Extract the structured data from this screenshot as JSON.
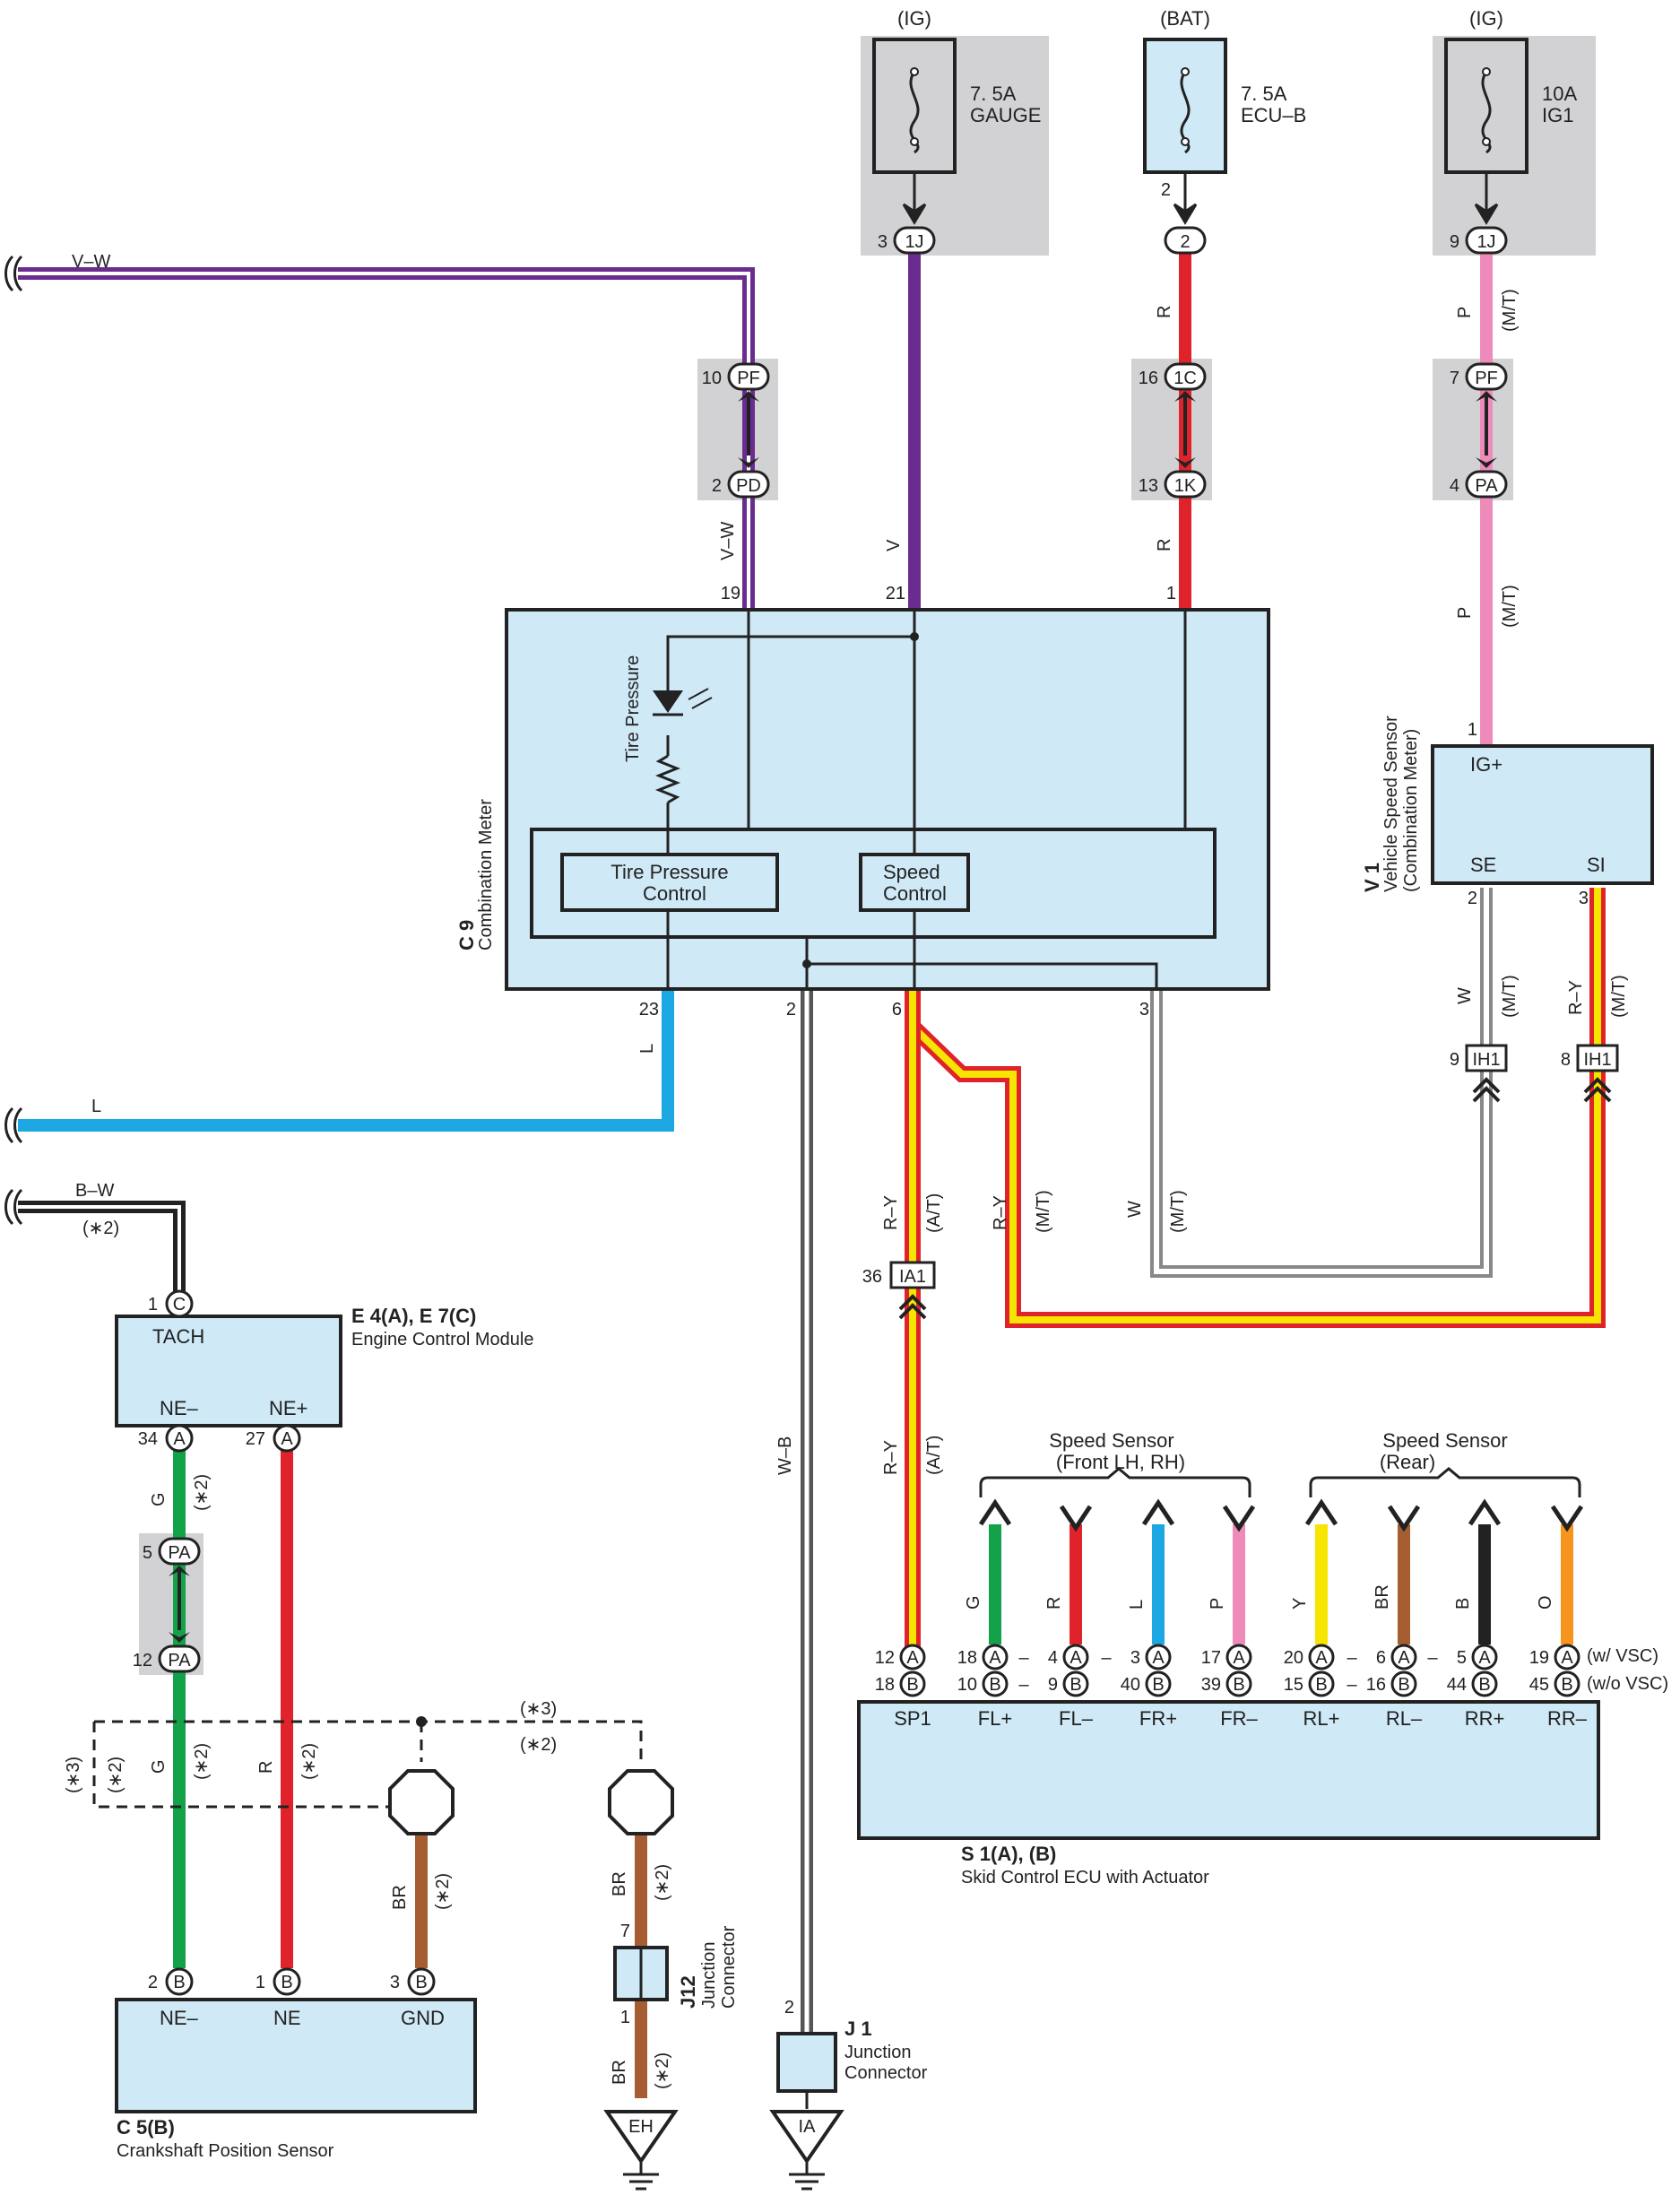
{
  "colors": {
    "box_fill": "#cfe9f6",
    "shade": "#d2d2d4",
    "violet": "#6a2d8f",
    "red": "#e0232b",
    "pink": "#ef8bbb",
    "blue": "#1ca6e2",
    "green": "#13a14a",
    "brown": "#a65d32",
    "yellow": "#f6e500",
    "orange": "#f7941d",
    "black": "#222222",
    "gray": "#9a9a9a"
  },
  "fuses": [
    {
      "supply": "(IG)",
      "rating": "7. 5A",
      "name": "GAUGE"
    },
    {
      "supply": "(BAT)",
      "rating": "7. 5A",
      "name": "ECU–B"
    },
    {
      "supply": "(IG)",
      "rating": "10A",
      "name": "IG1"
    }
  ],
  "connectors": {
    "c1j_pin": "3",
    "c1j": "1J",
    "c2_top": "2",
    "c2": "2",
    "c1j_b_pin": "9",
    "c1j_b": "1J",
    "pf_pin": "10",
    "pf": "PF",
    "pd_pin": "2",
    "pd": "PD",
    "c1c_pin": "16",
    "c1c": "1C",
    "c1k_pin": "13",
    "c1k": "1K",
    "pf2_pin": "7",
    "pf2": "PF",
    "pa2_pin": "4",
    "pa2": "PA",
    "pa_l_pin": "5",
    "pa_l": "PA",
    "pa_l2_pin": "12",
    "pa_l2": "PA",
    "ih1_a_pin": "9",
    "ih1_a": "IH1",
    "ih1_b_pin": "8",
    "ih1_b": "IH1",
    "ia1_pin": "36",
    "ia1": "IA1"
  },
  "wire_labels": {
    "vw_top": "V–W",
    "vw_vert": "V–W",
    "v_vert": "V",
    "r_upper": "R",
    "r_lower": "R",
    "p_upper": "P",
    "p_upper_mt": "(M/T)",
    "p_lower": "P",
    "p_lower_mt": "(M/T)",
    "l_vert": "L",
    "l_horiz": "L",
    "bw": "B–W",
    "bw_note": "(∗2)",
    "w_mt": "W",
    "w_mt_note": "(M/T)",
    "ry_mt_v1": "R–Y",
    "ry_mt_v1_note": "(M/T)",
    "ry_at": "R–Y",
    "ry_at_note": "(A/T)",
    "ry_mt": "R–Y",
    "ry_mt_note": "(M/T)",
    "w_mt2": "W",
    "w_mt2_note": "(M/T)",
    "ry_at2": "R–Y",
    "ry_at2_note": "(A/T)",
    "wb": "W–B",
    "g_ecm": "G",
    "g_ecm_note": "(∗2)",
    "g_low": "G",
    "g_low_note": "(∗2)",
    "r_low": "R",
    "r_low_note": "(∗2)",
    "br_low": "BR",
    "br_low_note": "(∗2)",
    "br_j12a": "BR",
    "br_j12a_note": "(∗2)",
    "br_j12b": "BR",
    "br_j12b_note": "(∗2)",
    "star3_a": "(∗3)",
    "star2_a": "(∗2)",
    "star3_b": "(∗3)",
    "star2_b": "(∗2)"
  },
  "combination_meter": {
    "id": "C 9",
    "name": "Combination Meter",
    "tire_pressure": "Tire Pressure",
    "tpc": "Tire Pressure\nControl",
    "tpc_l1": "Tire Pressure",
    "tpc_l2": "Control",
    "sc_l1": "Speed",
    "sc_l2": "Control",
    "pin_19": "19",
    "pin_21": "21",
    "pin_1": "1",
    "pin_23": "23",
    "pin_2": "2",
    "pin_6": "6",
    "pin_3": "3"
  },
  "vss": {
    "id": "V 1",
    "name": "Vehicle Speed Sensor",
    "sub": "(Combination Meter)",
    "ig": "IG+",
    "se": "SE",
    "si": "SI",
    "pin_1": "1",
    "pin_2": "2",
    "pin_3": "3"
  },
  "ecm": {
    "id": "E 4(A), E 7(C)",
    "name": "Engine Control Module",
    "tach": "TACH",
    "ne_minus": "NE–",
    "ne_plus": "NE+",
    "pin_c": "1",
    "pin_c_code": "C",
    "pin_34": "34",
    "pin_34_code": "A",
    "pin_27": "27",
    "pin_27_code": "A"
  },
  "crank": {
    "id": "C 5(B)",
    "name": "Crankshaft Position Sensor",
    "ne_minus": "NE–",
    "ne": "NE",
    "gnd": "GND",
    "pin_2": "2",
    "pin_1": "1",
    "pin_3": "3",
    "code": "B"
  },
  "j12": {
    "id": "J12",
    "name1": "Junction",
    "name2": "Connector",
    "pin_7": "7",
    "pin_1": "1"
  },
  "j1": {
    "id": "J 1",
    "name1": "Junction",
    "name2": "Connector",
    "pin_2": "2"
  },
  "grounds": {
    "eh": "EH",
    "ia": "IA"
  },
  "skid": {
    "id": "S 1(A), (B)",
    "name": "Skid Control ECU with Actuator",
    "group_front": "Speed Sensor\n(Front LH,  RH)",
    "group_front_l1": "Speed Sensor",
    "group_front_l2": "(Front LH,  RH)",
    "group_rear_l1": "Speed Sensor",
    "group_rear_l2": "(Rear)",
    "w_vsc": "(w/ VSC)",
    "wo_vsc": "(w/o VSC)",
    "terminals": [
      {
        "label": "SP1",
        "a": "12",
        "b": "18",
        "wire": ""
      },
      {
        "label": "FL+",
        "a": "18",
        "b": "10",
        "wire": "G"
      },
      {
        "label": "FL–",
        "a": "4",
        "b": "9",
        "wire": "R"
      },
      {
        "label": "FR+",
        "a": "3",
        "b": "40",
        "wire": "L"
      },
      {
        "label": "FR–",
        "a": "17",
        "b": "39",
        "wire": "P"
      },
      {
        "label": "RL+",
        "a": "20",
        "b": "15",
        "wire": "Y"
      },
      {
        "label": "RL–",
        "a": "6",
        "b": "16",
        "wire": "BR"
      },
      {
        "label": "RR+",
        "a": "5",
        "b": "44",
        "wire": "B"
      },
      {
        "label": "RR–",
        "a": "19",
        "b": "45",
        "wire": "O"
      }
    ]
  }
}
